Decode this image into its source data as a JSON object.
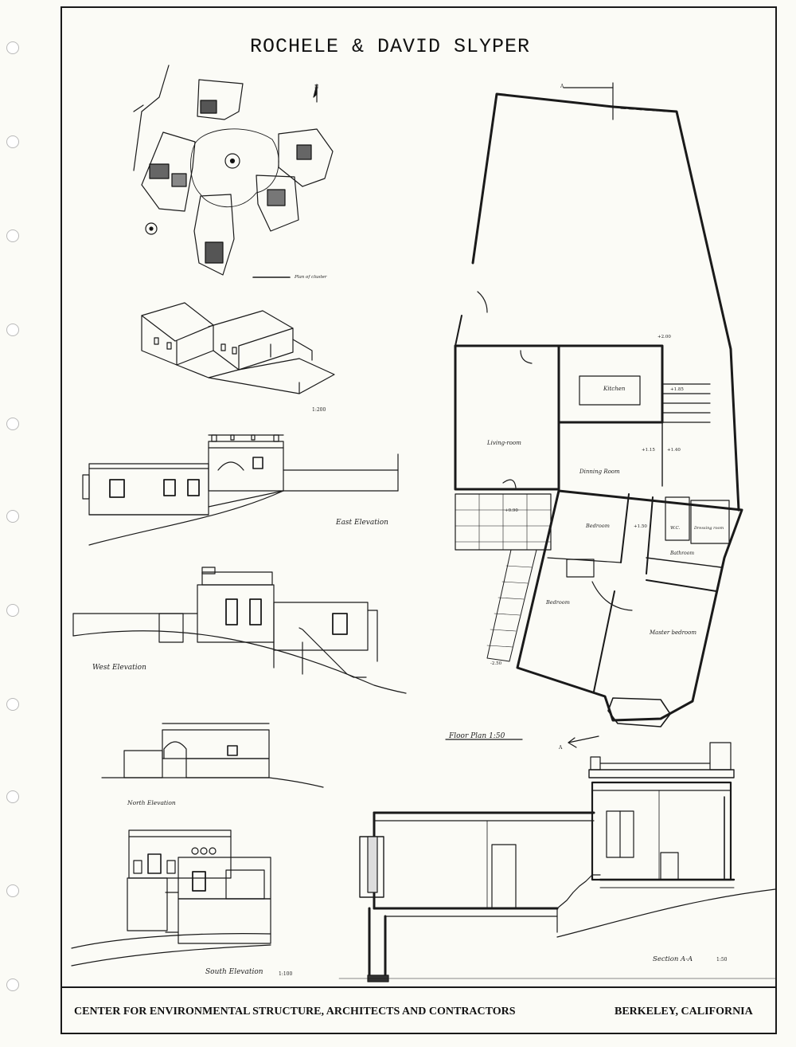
{
  "sheet": {
    "title": "ROCHELE & DAVID SLYPER",
    "footer_left": "CENTER FOR ENVIRONMENTAL STRUCTURE, ARCHITECTS AND CONTRACTORS",
    "footer_right": "BERKELEY, CALIFORNIA"
  },
  "labels": {
    "cluster_plan": "Plan of cluster",
    "axon_scale": "1:200",
    "east_elevation": "East Elevation",
    "west_elevation": "West Elevation",
    "north_elevation": "North Elevation",
    "south_elevation": "South Elevation",
    "south_scale": "1:100",
    "floor_plan": "Floor Plan 1:50",
    "section": "Section A-A",
    "section_scale": "1:50",
    "north_arrow": "N",
    "section_marker": "A"
  },
  "rooms": {
    "living": "Living-room",
    "kitchen": "Kitchen",
    "dining": "Dinning Room",
    "bedroom_1": "Bedroom",
    "bedroom_2": "Bedroom",
    "master": "Master bedroom",
    "bathroom": "Bathroom",
    "wc": "W.C.",
    "dressing": "Dressing room"
  },
  "levels": {
    "l1": "+2.00",
    "l2": "+1.85",
    "l3": "+0.90",
    "l4": "+1.15",
    "l5": "+1.40",
    "l6": "+1.50",
    "l7": "-2.50"
  }
}
